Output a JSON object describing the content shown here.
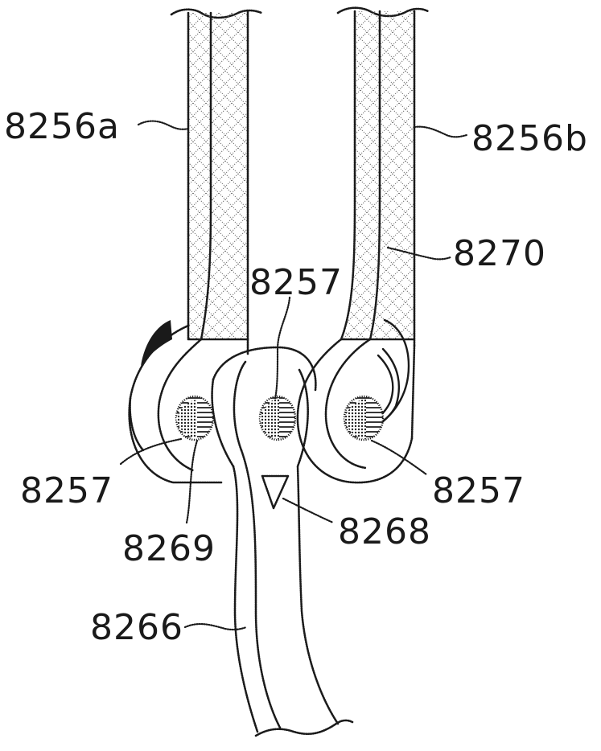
{
  "figure": {
    "labels": {
      "wall_left": "8256a",
      "wall_right": "8256b",
      "insert": "8270",
      "pin_top": "8257",
      "pin_left": "8257",
      "pin_right": "8257",
      "pin_material": "8269",
      "marker": "8268",
      "lever": "8266"
    }
  },
  "colors": {
    "ink": "#1a1a1a",
    "background": "#ffffff"
  }
}
